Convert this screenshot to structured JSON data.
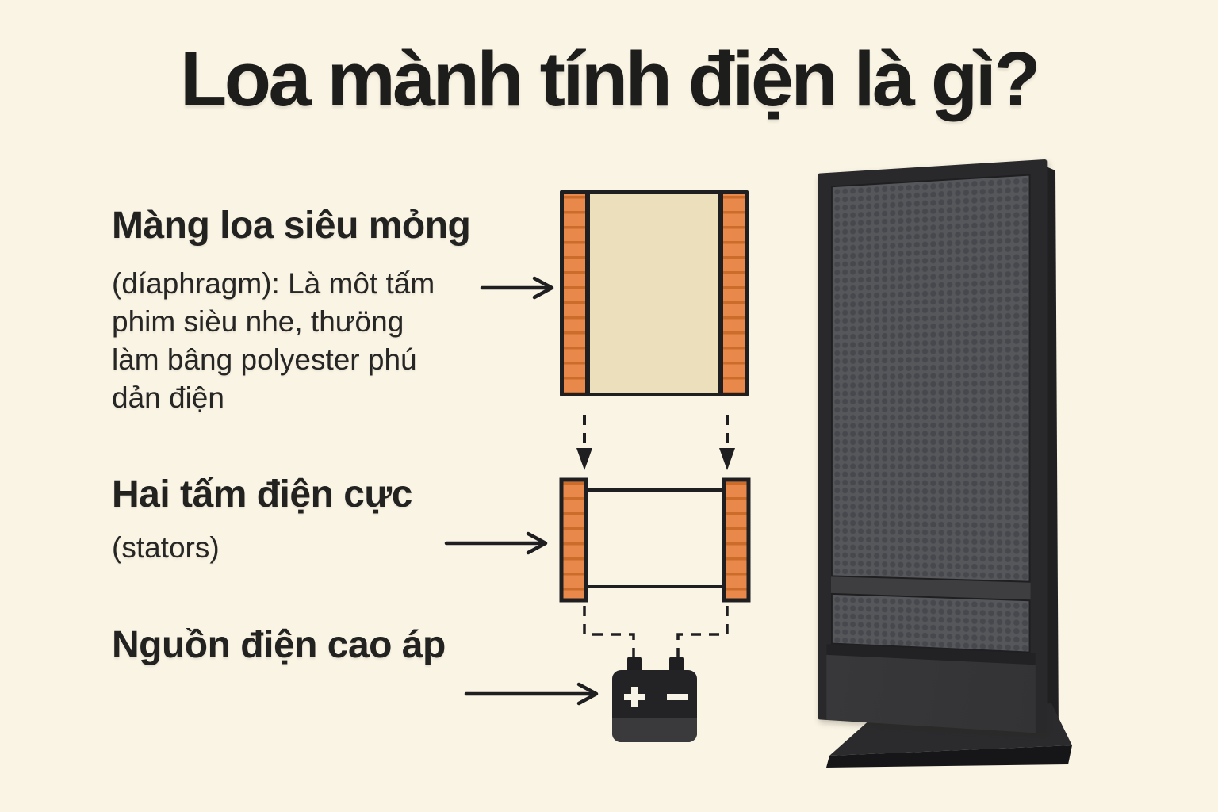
{
  "title": "Loa mành tính điện là gì?",
  "sections": {
    "diaphragm": {
      "heading": "Màng loa siêu mỏng",
      "lines": [
        "(díaphragm): Là môt tấm",
        "phim sièu nhe, thưöng",
        "làm bâng polyester phú",
        "dản điện"
      ]
    },
    "stators": {
      "heading": "Hai tấm điện cực",
      "subheading": "(stators)"
    },
    "power": {
      "heading": "Nguồn điện cao áp"
    }
  },
  "battery": {
    "plus_label": "+",
    "minus_label": "−"
  },
  "colors": {
    "background": "#faf4e5",
    "ink": "#1f1f1f",
    "stator_orange": "#e8884a",
    "stator_stripe": "#cb6c2b",
    "diaphragm_tan": "#ecdfbc",
    "frame_dark": "#1f1f21",
    "battery_body": "#232325",
    "speaker_grille": "#56575b"
  }
}
